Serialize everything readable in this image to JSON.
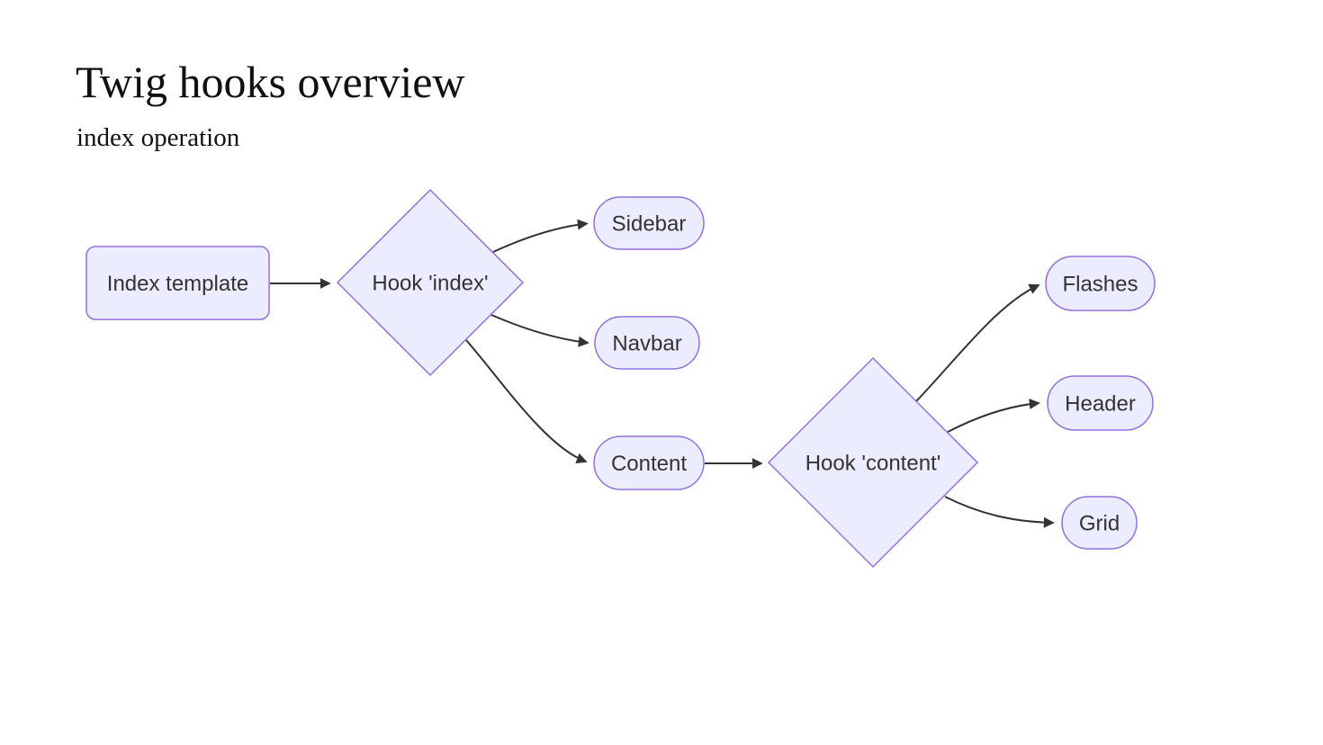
{
  "page": {
    "title": "Twig hooks overview",
    "subtitle": "index operation"
  },
  "colors": {
    "background": "#FFFFFF",
    "node_fill": "#ECECFF",
    "node_border": "#9370DB",
    "edge": "#333333",
    "node_label": "#333333",
    "heading": "#111111"
  },
  "diagram": {
    "type": "flowchart",
    "direction": "left-to-right",
    "nodes": {
      "index_template": {
        "label": "Index template",
        "shape": "rounded-rectangle"
      },
      "hook_index": {
        "label": "Hook 'index'",
        "shape": "diamond"
      },
      "sidebar": {
        "label": "Sidebar",
        "shape": "stadium"
      },
      "navbar": {
        "label": "Navbar",
        "shape": "stadium"
      },
      "content": {
        "label": "Content",
        "shape": "stadium"
      },
      "hook_content": {
        "label": "Hook 'content'",
        "shape": "diamond"
      },
      "flashes": {
        "label": "Flashes",
        "shape": "stadium"
      },
      "header": {
        "label": "Header",
        "shape": "stadium"
      },
      "grid": {
        "label": "Grid",
        "shape": "stadium"
      }
    },
    "edges": [
      {
        "from": "Index template",
        "to": "Hook 'index'"
      },
      {
        "from": "Hook 'index'",
        "to": "Sidebar"
      },
      {
        "from": "Hook 'index'",
        "to": "Navbar"
      },
      {
        "from": "Hook 'index'",
        "to": "Content"
      },
      {
        "from": "Content",
        "to": "Hook 'content'"
      },
      {
        "from": "Hook 'content'",
        "to": "Flashes"
      },
      {
        "from": "Hook 'content'",
        "to": "Header"
      },
      {
        "from": "Hook 'content'",
        "to": "Grid"
      }
    ]
  }
}
